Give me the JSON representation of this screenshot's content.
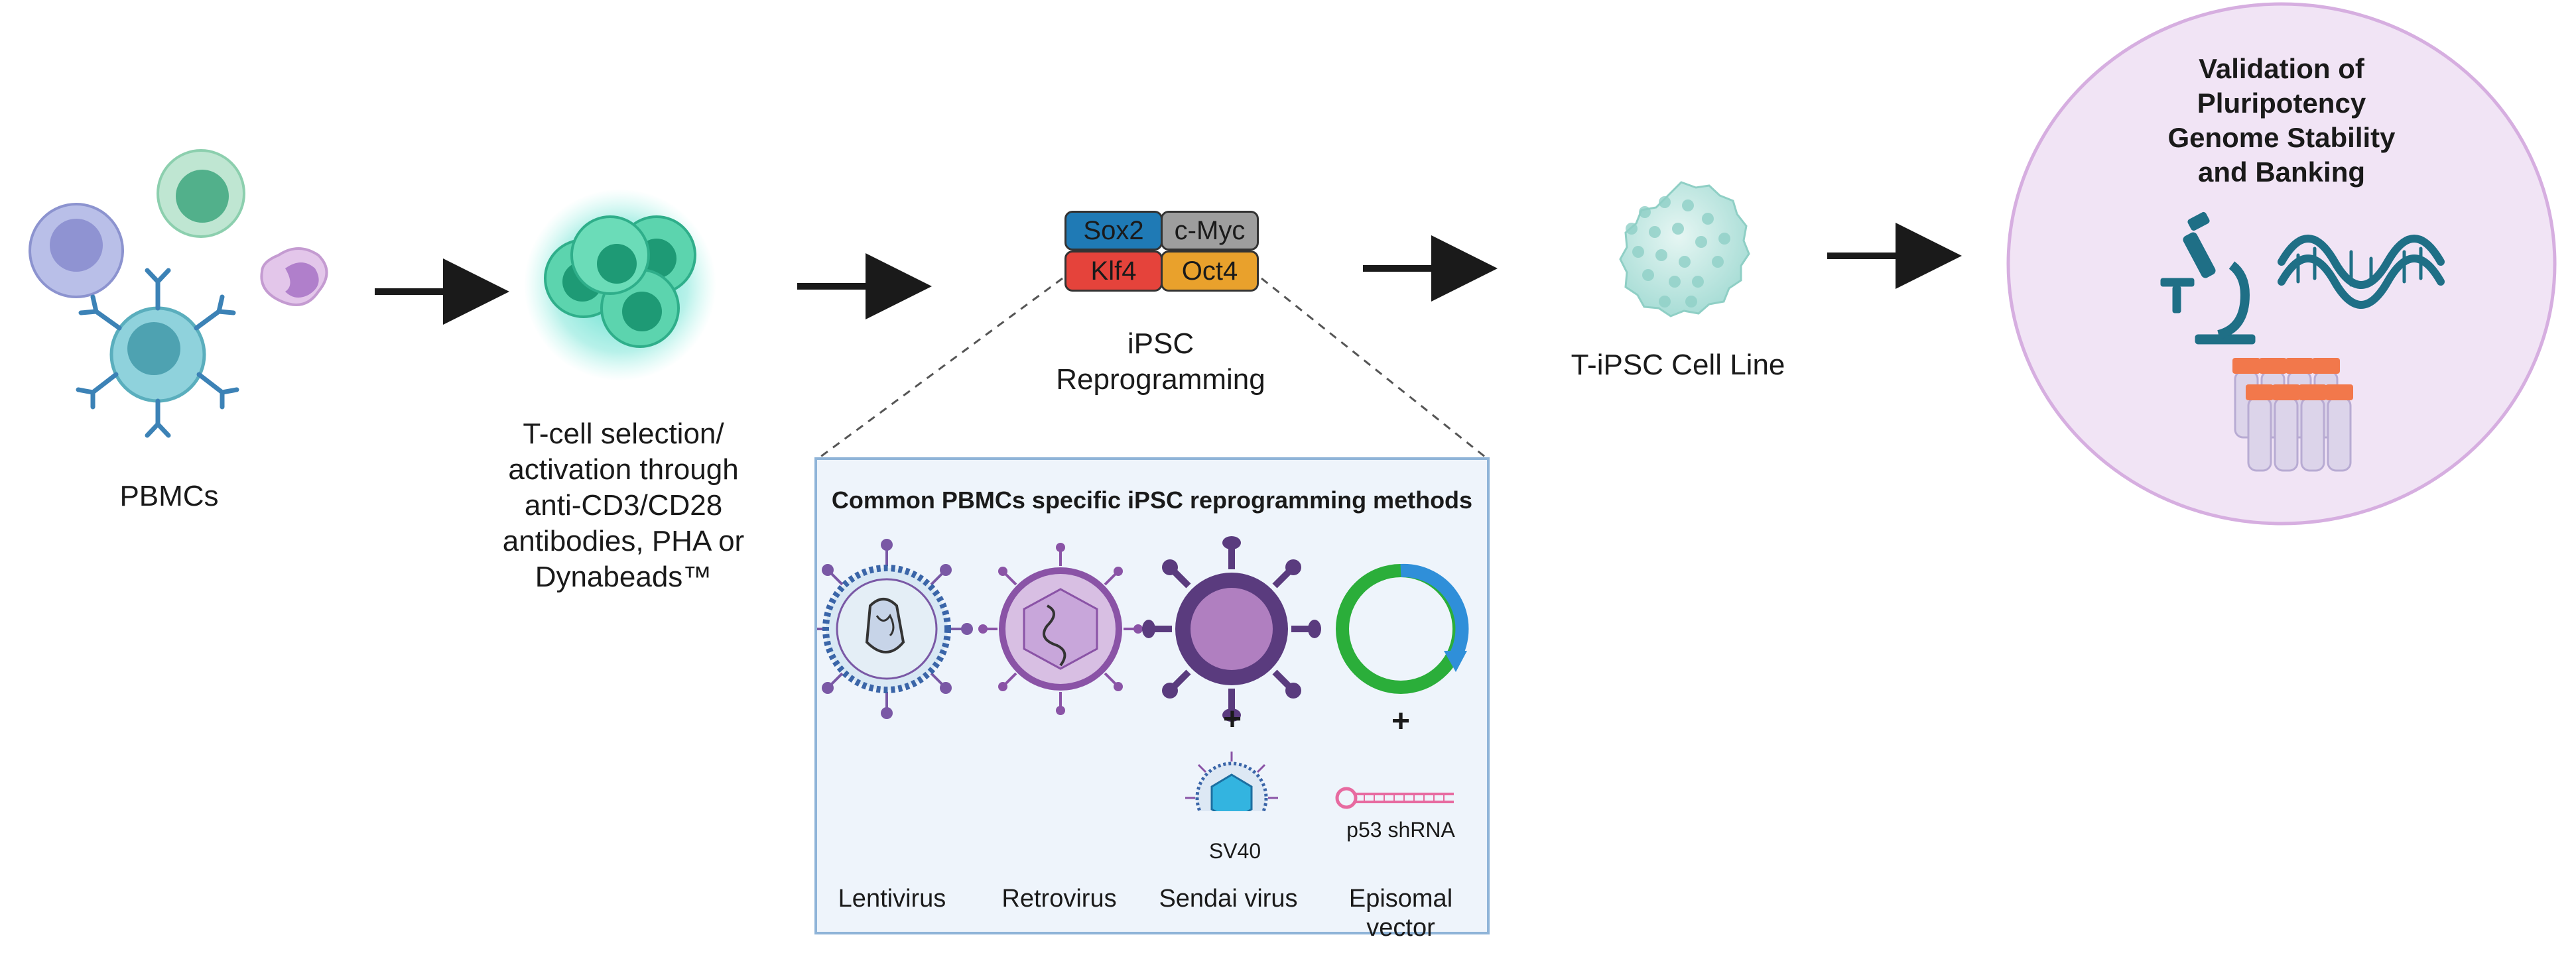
{
  "labels": {
    "pbmcs": "PBMCs",
    "tcell_selection": [
      "T-cell selection/",
      "activation through",
      "anti-CD3/CD28",
      "antibodies, PHA or",
      "Dynabeads™"
    ],
    "ipsc_reprogramming": [
      "iPSC",
      "Reprogramming"
    ],
    "tipsc_line": "T-iPSC Cell Line",
    "validation": [
      "Validation of",
      "Pluripotency",
      "Genome Stability",
      "and Banking"
    ]
  },
  "factors": [
    {
      "name": "Sox2",
      "color": "#1f7ab5"
    },
    {
      "name": "c-Myc",
      "color": "#9e9e9e"
    },
    {
      "name": "Klf4",
      "color": "#e5433b"
    },
    {
      "name": "Oct4",
      "color": "#e9a12c"
    }
  ],
  "methods": {
    "title": "Common PBMCs specific iPSC reprogramming methods",
    "items": [
      "Lentivirus",
      "Retrovirus",
      "Sendai virus",
      "Episomal vector"
    ],
    "plus": "+",
    "sendai_extra": "SV40",
    "episomal_extra": "p53 shRNA"
  }
}
